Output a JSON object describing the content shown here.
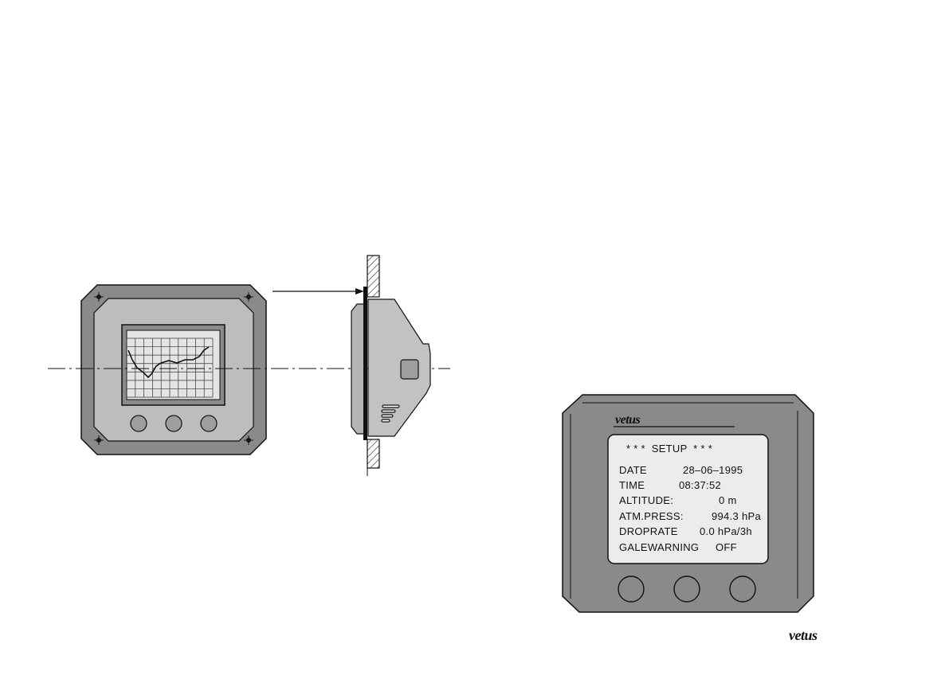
{
  "setup_display": {
    "brand": "vetus",
    "title": "* * *  SETUP  * * *",
    "rows": [
      {
        "label": "DATE",
        "value": "28–06–1995"
      },
      {
        "label": "TIME",
        "value": "08:37:52"
      },
      {
        "label": "ALTITUDE:",
        "value": "0 m"
      },
      {
        "label": "ATM.PRESS:",
        "value": "994.3 hPa"
      },
      {
        "label": "DROPRATE",
        "value": "0.0 hPa/3h"
      },
      {
        "label": "GALEWARNING",
        "value": "OFF"
      }
    ]
  },
  "footer": {
    "brand": "vetus"
  },
  "colors": {
    "housing": "#8a8a8a",
    "face": "#bdbdbd",
    "screen": "#ececec",
    "line": "#111111"
  }
}
